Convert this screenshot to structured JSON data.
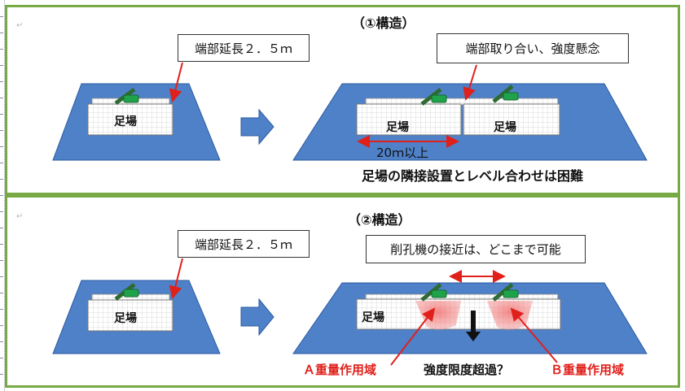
{
  "panel1": {
    "title": "（①構造）",
    "callout_left": "端部延長２．５ｍ",
    "callout_right": "端部取り合い、強度懸念",
    "scaffold_left": "足場",
    "scaffold_mid": "足場",
    "scaffold_right": "足場",
    "dimension": "20ｍ以上",
    "note": "足場の隣接設置とレベル合わせは困難"
  },
  "panel2": {
    "title": "（②構造）",
    "callout_left": "端部延長２．５ｍ",
    "callout_right": "削孔機の接近は、どこまで可能",
    "scaffold_left": "足場",
    "scaffold_right": "足場",
    "label_a": "Ａ重量作用域",
    "label_b": "Ｂ重量作用域",
    "question": "強度限度超過？"
  },
  "paragraph_mark": "↵",
  "colors": {
    "water": "#4f81c8",
    "water_edge": "#2b5aa0",
    "scaffold_grid": "#c9c9c9",
    "drill": "#2e6b32",
    "drill_head": "#1fa34a",
    "arrow": "#4f81c8",
    "red": "#e0201b",
    "frame": "#77aa44"
  }
}
